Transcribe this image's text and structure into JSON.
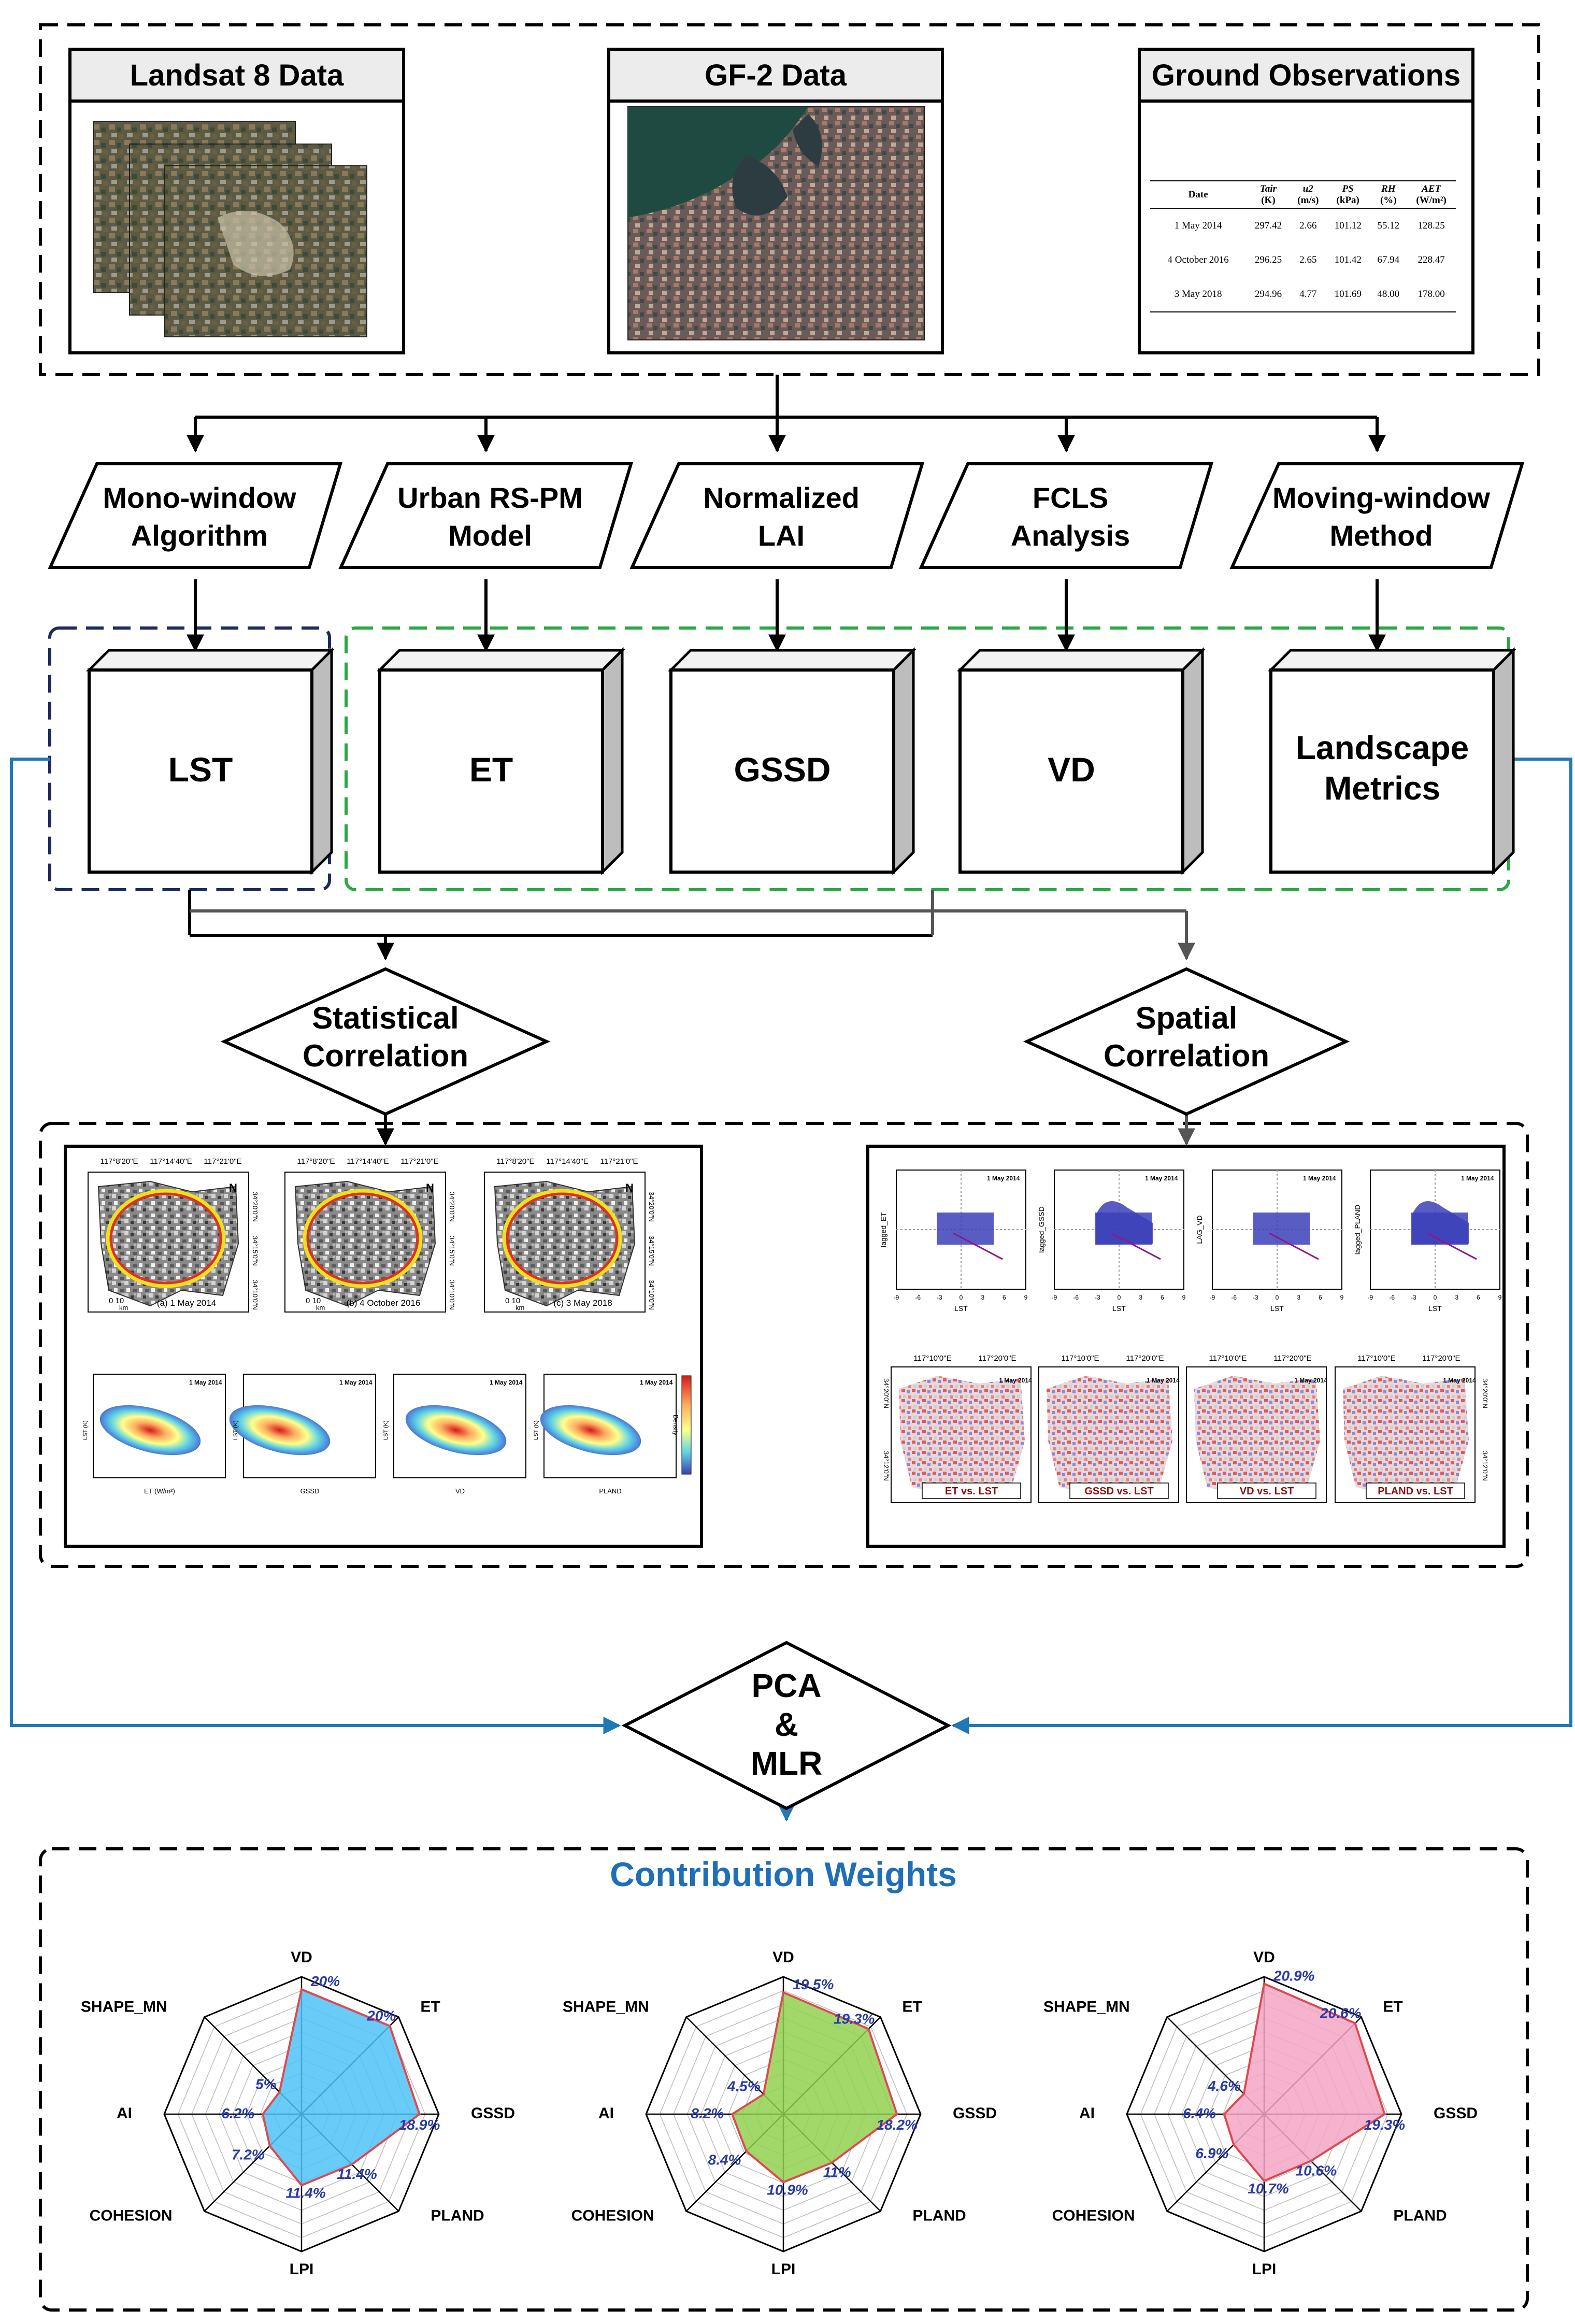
{
  "colors": {
    "black": "#000000",
    "blue": "#1f78b8",
    "green": "#2aa845",
    "navy": "#1f2a5c",
    "title_blue": "#1f6fb8",
    "value_blue": "#2a3ba8"
  },
  "sources": {
    "landsat": {
      "title": "Landsat 8 Data"
    },
    "gf2": {
      "title": "GF-2 Data"
    },
    "ground": {
      "title": "Ground Observations",
      "columns": [
        {
          "name": "Date",
          "unit": ""
        },
        {
          "name": "Tair",
          "unit": "(K)"
        },
        {
          "name": "u2",
          "unit": "(m/s)"
        },
        {
          "name": "PS",
          "unit": "(kPa)"
        },
        {
          "name": "RH",
          "unit": "(%)"
        },
        {
          "name": "AET",
          "unit": "(W/m²)"
        }
      ],
      "rows": [
        [
          "1 May 2014",
          "297.42",
          "2.66",
          "101.12",
          "55.12",
          "128.25"
        ],
        [
          "4 October 2016",
          "296.25",
          "2.65",
          "101.42",
          "67.94",
          "228.47"
        ],
        [
          "3 May 2018",
          "294.96",
          "4.77",
          "101.69",
          "48.00",
          "178.00"
        ]
      ]
    }
  },
  "methods": [
    {
      "line1": "Mono-window",
      "line2": "Algorithm"
    },
    {
      "line1": "Urban RS-PM",
      "line2": "Model"
    },
    {
      "line1": "Normalized",
      "line2": "LAI"
    },
    {
      "line1": "FCLS",
      "line2": "Analysis"
    },
    {
      "line1": "Moving-window",
      "line2": "Method"
    }
  ],
  "products": [
    {
      "line1": "LST",
      "line2": ""
    },
    {
      "line1": "ET",
      "line2": ""
    },
    {
      "line1": "GSSD",
      "line2": ""
    },
    {
      "line1": "VD",
      "line2": ""
    },
    {
      "line1": "Landscape",
      "line2": "Metrics"
    }
  ],
  "correlations": {
    "statistical": {
      "line1": "Statistical",
      "line2": "Correlation"
    },
    "spatial": {
      "line1": "Spatial",
      "line2": "Correlation"
    }
  },
  "stat_panel": {
    "map_coords_top": [
      "117°8'20\"E",
      "117°14'40\"E",
      "117°21'0\"E"
    ],
    "map_coords_side": [
      "34°20'0\"N",
      "34°15'0\"N",
      "34°10'0\"N"
    ],
    "map_captions": [
      "(a) 1 May 2014",
      "(b) 4 October 2016",
      "(c) 3 May 2018"
    ],
    "scale_label": "0      10",
    "scale_unit": "km",
    "scatter_tag": "1 May 2014",
    "scatter_xlabels": [
      "ET (W/m²)",
      "GSSD",
      "VD",
      "PLAND"
    ],
    "scatter_ylabel": "LST (K)",
    "density_label": "Density"
  },
  "spatial_panel": {
    "moran_tag": "1 May 2014",
    "moran_ylabels": [
      "lagged_ET",
      "lagged_GSSD",
      "LAG_VD",
      "lagged_PLAND"
    ],
    "moran_xlabel": "LST",
    "moran_ticks": [
      "-9",
      "-6",
      "-3",
      "0",
      "3",
      "6",
      "9"
    ],
    "lisa_coords": [
      "117°10'0\"E",
      "117°20'0\"E"
    ],
    "lisa_side": [
      "34°20'0\"N",
      "34°12'0\"N"
    ],
    "lisa_tag": "1 May 2014",
    "lisa_labels": [
      "ET vs. LST",
      "GSSD vs. LST",
      "VD vs. LST",
      "PLAND vs. LST"
    ]
  },
  "pca": {
    "line1": "PCA",
    "line2": "&",
    "line3": "MLR"
  },
  "weights": {
    "title": "Contribution Weights",
    "axes": [
      "VD",
      "ET",
      "GSSD",
      "PLAND",
      "LPI",
      "COHESION",
      "AI",
      "SHAPE_MN"
    ],
    "charts": [
      {
        "fill": "#4fc3f7",
        "stroke": "#e04850",
        "values": [
          20,
          20,
          18.9,
          11.4,
          11.4,
          7.2,
          6.2,
          5
        ],
        "labels": [
          "20%",
          "20%",
          "18.9%",
          "11.4%",
          "11.4%",
          "7.2%",
          "6.2%",
          "5%"
        ]
      },
      {
        "fill": "#92d050",
        "stroke": "#e04850",
        "values": [
          19.5,
          19.3,
          18.2,
          11,
          10.9,
          8.4,
          8.2,
          4.5
        ],
        "labels": [
          "19.5%",
          "19.3%",
          "18.2%",
          "11%",
          "10.9%",
          "8.4%",
          "8.2%",
          "4.5%"
        ]
      },
      {
        "fill": "#f4a6c6",
        "stroke": "#e04850",
        "values": [
          20.9,
          20.6,
          19.3,
          10.6,
          10.7,
          6.9,
          6.4,
          4.6
        ],
        "labels": [
          "20.9%",
          "20.6%",
          "19.3%",
          "10.6%",
          "10.7%",
          "6.9%",
          "6.4%",
          "4.6%"
        ]
      }
    ]
  }
}
